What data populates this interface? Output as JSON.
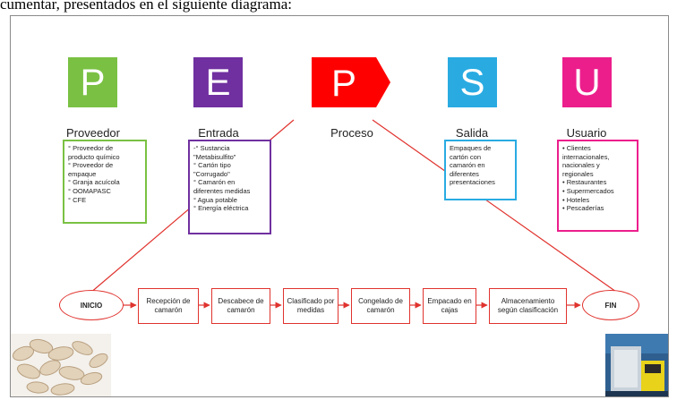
{
  "caption": "cumentar, presentados en el siguiente diagrama:",
  "colors": {
    "p": "#7ac143",
    "e": "#7030a0",
    "p2": "#ff0000",
    "s": "#29abe2",
    "u": "#ec1e8c",
    "flow": "#e0332e"
  },
  "sipoc": [
    {
      "letter": "P",
      "label": "Proveedor"
    },
    {
      "letter": "E",
      "label": "Entrada"
    },
    {
      "letter": "P",
      "label": "Proceso"
    },
    {
      "letter": "S",
      "label": "Salida"
    },
    {
      "letter": "U",
      "label": "Usuario"
    }
  ],
  "proveedor_box": [
    "° Proveedor de",
    "producto químico",
    "° Proveedor de",
    "empaque",
    "° Granja acuícola",
    "° OOMAPASC",
    "° CFE"
  ],
  "entrada_box": [
    "-° Sustancia",
    "\"Metabisulfito\"",
    "° Cartón tipo",
    "\"Corrugado\"",
    "° Camarón en",
    "diferentes medidas",
    "° Agua potable",
    "° Energía eléctrica"
  ],
  "salida_box": [
    "Empaques de",
    "cartón con",
    "camarón en",
    "diferentes",
    "presentaciones"
  ],
  "usuario_box": [
    "• Clientes",
    "internacionales,",
    "nacionales y",
    "regionales",
    "• Restaurantes",
    "• Supermercados",
    "• Hoteles",
    "• Pescaderías"
  ],
  "flow": {
    "start": "INICIO",
    "end": "FIN",
    "steps": [
      "Recepción de camarón",
      "Descabece de camarón",
      "Clasificado por medidas",
      "Congelado de camarón",
      "Empacado en cajas",
      "Almacenamiento según clasificación"
    ]
  },
  "photos": {
    "left": "camarones",
    "right": "cajas de carton"
  }
}
